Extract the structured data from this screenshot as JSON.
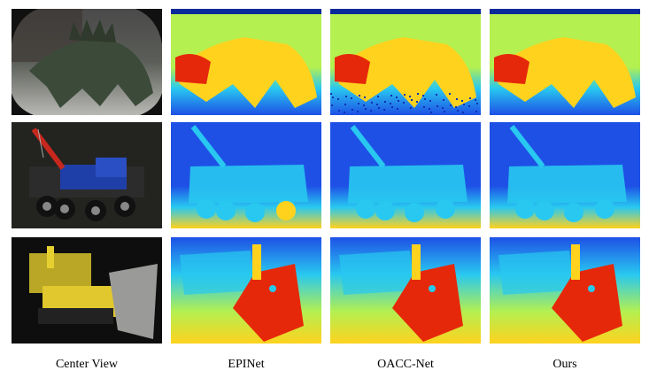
{
  "figure": {
    "columns": [
      {
        "label": "Center View",
        "kind": "rgb"
      },
      {
        "label": "EPINet",
        "kind": "disparity"
      },
      {
        "label": "OACC-Net",
        "kind": "disparity"
      },
      {
        "label": "Ours",
        "kind": "disparity"
      }
    ],
    "rows": [
      {
        "scene": "stegosaurus",
        "subject": "dinosaur statue"
      },
      {
        "scene": "tow-truck",
        "subject": "toy crane truck"
      },
      {
        "scene": "bulldozer",
        "subject": "toy bulldozer"
      }
    ],
    "colormap": {
      "far": "#1e50e6",
      "mid_far": "#28c8f0",
      "mid": "#b4f050",
      "mid_near": "#ffd21e",
      "near": "#e6280a"
    }
  }
}
